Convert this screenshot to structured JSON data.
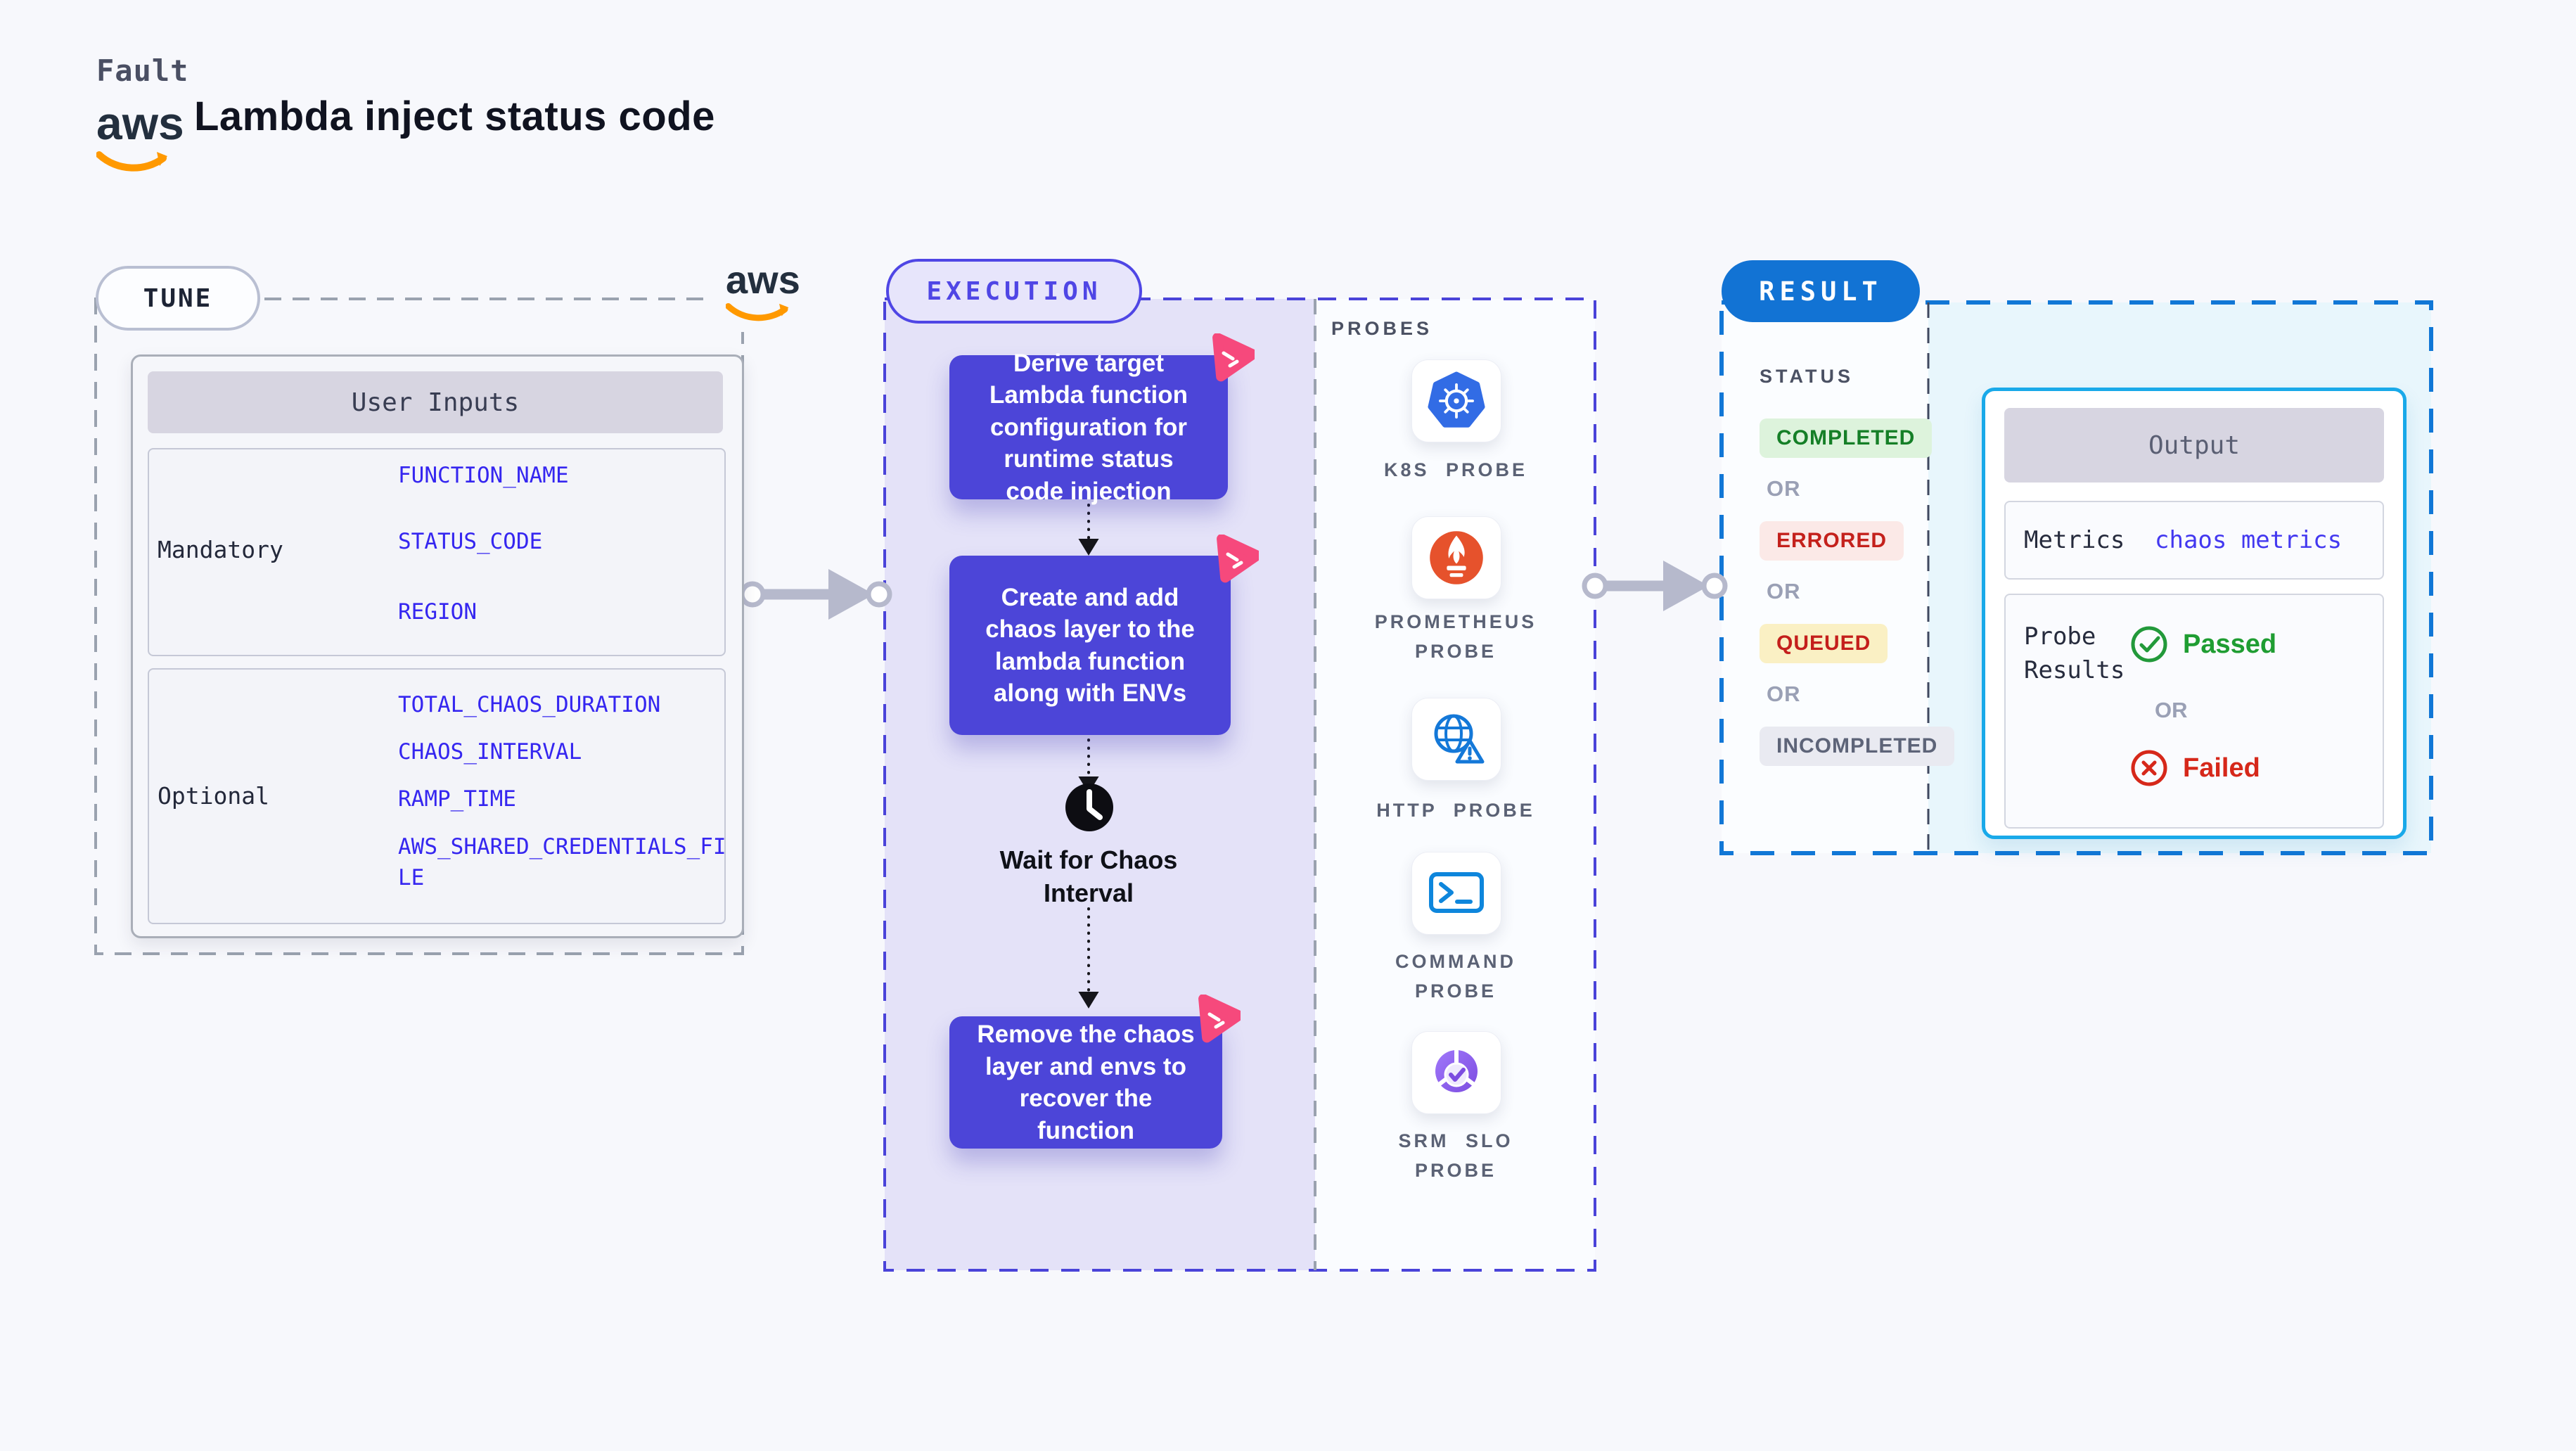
{
  "header": {
    "fault_label": "Fault",
    "aws_text": "aws",
    "title": "Lambda inject status code"
  },
  "tune": {
    "badge_label": "TUNE",
    "user_inputs": {
      "header": "User Inputs",
      "mandatory": {
        "label": "Mandatory",
        "params": [
          "FUNCTION_NAME",
          "STATUS_CODE",
          "REGION"
        ]
      },
      "optional": {
        "label": "Optional",
        "params": [
          "TOTAL_CHAOS_DURATION",
          "CHAOS_INTERVAL",
          "RAMP_TIME",
          "AWS_SHARED_CREDENTIALS_FILE"
        ]
      }
    }
  },
  "execution": {
    "badge_label": "EXECUTION",
    "steps": [
      "Derive target Lambda function configuration for runtime status code injection",
      "Create and add chaos layer to the lambda function along with ENVs",
      "Remove the chaos layer and envs to recover the function"
    ],
    "wait_label": "Wait for Chaos Interval"
  },
  "probes": {
    "label": "PROBES",
    "items": [
      {
        "name": "K8S PROBE",
        "icon": "kubernetes-icon"
      },
      {
        "name": "PROMETHEUS PROBE",
        "icon": "prometheus-icon"
      },
      {
        "name": "HTTP PROBE",
        "icon": "http-globe-icon"
      },
      {
        "name": "COMMAND PROBE",
        "icon": "command-terminal-icon"
      },
      {
        "name": "SRM SLO PROBE",
        "icon": "srm-slo-icon"
      }
    ]
  },
  "result": {
    "badge_label": "RESULT",
    "status_label": "STATUS",
    "or_label": "OR",
    "statuses": [
      {
        "label": "COMPLETED",
        "text_color": "#157f27",
        "bg_color": "#ddf3dc"
      },
      {
        "label": "ERRORED",
        "text_color": "#c4211c",
        "bg_color": "#fbe9e7"
      },
      {
        "label": "QUEUED",
        "text_color": "#c41f1c",
        "bg_color": "#faf0c4"
      },
      {
        "label": "INCOMPLETED",
        "text_color": "#5d6478",
        "bg_color": "#e9eaf1"
      }
    ],
    "output": {
      "header": "Output",
      "metrics_label": "Metrics",
      "metrics_value": "chaos metrics",
      "probe_results_label": "Probe Results",
      "passed_label": "Passed",
      "or_label": "OR",
      "failed_label": "Failed"
    }
  },
  "colors": {
    "page_bg": "#f7f8fc",
    "accent_indigo": "#4f46e5",
    "step_box": "#4c45d8",
    "execution_bg": "#e4e2f8",
    "litmus_pink": "#f6497c",
    "result_blue": "#1273d4",
    "output_border": "#19a9e9",
    "output_bg": "#e8f6fc",
    "param_blue": "#3526f0",
    "passed_green": "#1f9d32",
    "failed_red": "#d6281a",
    "aws_orange": "#ff9900",
    "kubernetes_blue": "#326ce5",
    "prometheus_orange": "#e6522c",
    "srm_purple": "#7c4ce0"
  }
}
